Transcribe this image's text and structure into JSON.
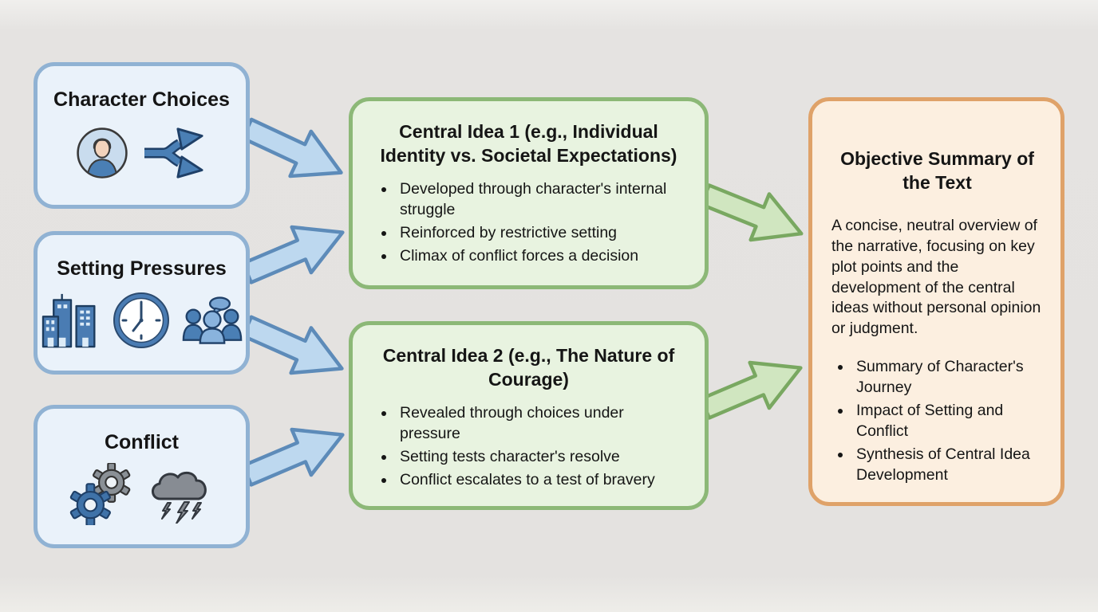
{
  "diagram": {
    "sources": [
      {
        "title": "Character Choices",
        "icons": [
          "person-avatar-icon",
          "branching-choice-icon"
        ]
      },
      {
        "title": "Setting Pressures",
        "icons": [
          "city-buildings-icon",
          "clock-icon",
          "people-group-icon"
        ]
      },
      {
        "title": "Conflict",
        "icons": [
          "gears-icon",
          "storm-cloud-icon"
        ]
      }
    ],
    "central_ideas": [
      {
        "title": "Central Idea 1 (e.g., Individual Identity vs. Societal Expectations)",
        "bullets": [
          "Developed through character's internal struggle",
          "Reinforced by restrictive setting",
          "Climax of conflict forces a decision"
        ]
      },
      {
        "title": "Central Idea 2 (e.g., The Nature of Courage)",
        "bullets": [
          "Revealed through choices under pressure",
          "Setting tests character's resolve",
          "Conflict escalates to a test of bravery"
        ]
      }
    ],
    "summary": {
      "title": "Objective Summary of the Text",
      "description": "A concise, neutral overview of the narrative, focusing on key plot points and the development of the central ideas without personal opinion or judgment.",
      "bullets": [
        "Summary of Character's Journey",
        "Impact of Setting and Conflict",
        "Synthesis of Central Idea Development"
      ]
    },
    "connections": [
      {
        "from": "Character Choices",
        "to": "Central Idea 1"
      },
      {
        "from": "Setting Pressures",
        "to": "Central Idea 1"
      },
      {
        "from": "Setting Pressures",
        "to": "Central Idea 2"
      },
      {
        "from": "Conflict",
        "to": "Central Idea 2"
      },
      {
        "from": "Central Idea 1",
        "to": "Objective Summary of the Text"
      },
      {
        "from": "Central Idea 2",
        "to": "Objective Summary of the Text"
      }
    ],
    "colors": {
      "background": "#e5e3e1",
      "source_fill": "#eaf2fa",
      "source_border": "#90b2d3",
      "idea_fill": "#e8f3e0",
      "idea_border": "#8cb877",
      "summary_fill": "#fcefe0",
      "summary_border": "#dfa269",
      "blue_arrow_fill": "#bdd8ef",
      "blue_arrow_stroke": "#5d8bb9",
      "green_arrow_fill": "#d0e6c0",
      "green_arrow_stroke": "#79a861",
      "icon_blue": "#4a7cb3",
      "icon_gray": "#8a9096",
      "text": "#151515"
    }
  }
}
